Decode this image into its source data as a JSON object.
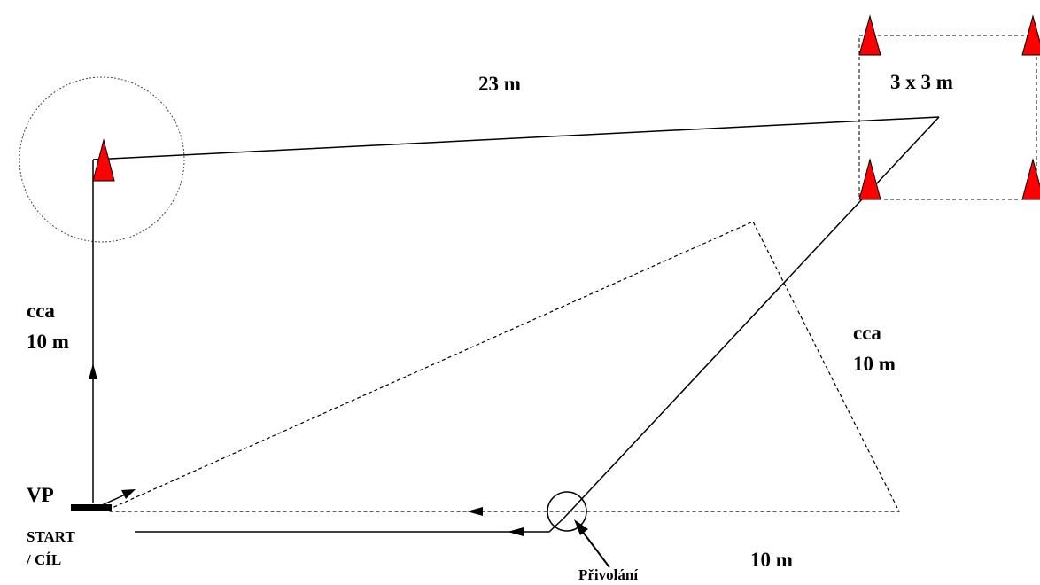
{
  "labels": {
    "dist_23": "23 m",
    "square": "3 x 3 m",
    "cca_left_1": "cca",
    "cca_left_2": "10 m",
    "cca_right_1": "cca",
    "cca_right_2": "10 m",
    "vp": "VP",
    "start_1": "START",
    "start_2": "/ CÍL",
    "bottom_10": "10 m",
    "privolani": "Přivolání"
  },
  "colors": {
    "cone_fill": "#ff0000",
    "cone_stroke": "#000000",
    "line": "#000000",
    "background": "#ffffff"
  },
  "icons": {
    "cone": "traffic-cone-icon",
    "arrow": "arrowhead-icon"
  }
}
